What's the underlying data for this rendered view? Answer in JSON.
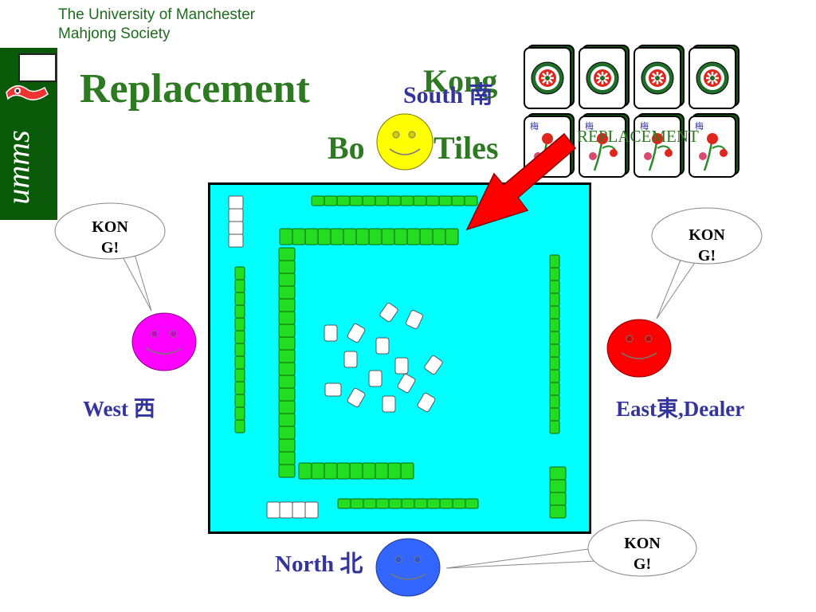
{
  "header": {
    "society_line1": "The University of Manchester",
    "society_line2": "Mahjong Society",
    "logo_text": "umms"
  },
  "slide": {
    "title": "Replacement",
    "kong_label": "Kong",
    "south_label": "South 南",
    "bonus_left": "Bo",
    "bonus_right": "Tiles",
    "replacement_label": "REPLACEMENT"
  },
  "players": {
    "west": "West 西",
    "east": "East東,Dealer",
    "north": "North 北"
  },
  "callouts": {
    "kong_line1": "KON",
    "kong_line2": "G!"
  },
  "colors": {
    "accent_green": "#2d7a22",
    "label_blue": "#34349a",
    "board": "#00ffff",
    "tile_green": "#22dd22",
    "arrow_red": "#ff0000",
    "south_face": "#ffff00",
    "west_face": "#ff00ff",
    "east_face": "#ff0000",
    "north_face": "#3366ff"
  },
  "icons": {
    "dot_tile": "circle-dot-tile-icon",
    "flower_tile": "flower-tile-icon",
    "arrow": "red-arrow-icon",
    "face": "smiley-face-icon"
  }
}
